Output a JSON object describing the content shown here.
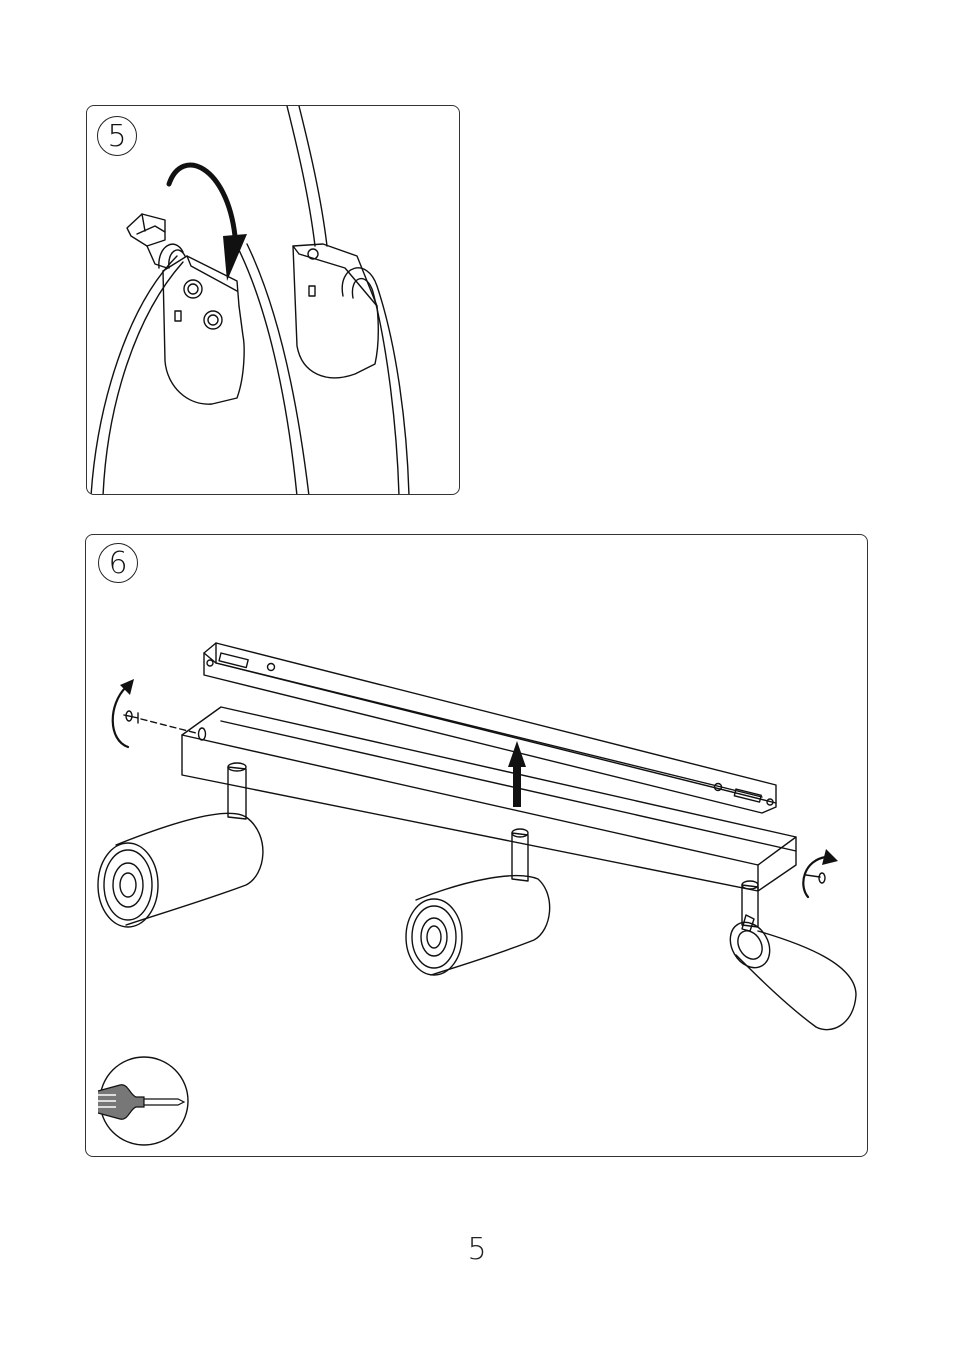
{
  "steps": [
    {
      "number": "5",
      "icons": [
        "cable-connector-icon",
        "rotate-arrow-icon"
      ]
    },
    {
      "number": "6",
      "icons": [
        "light-bar-icon",
        "screw-rotate-icon",
        "screwdriver-icon",
        "up-arrow-icon"
      ]
    }
  ],
  "page_number": "5",
  "colors": {
    "line": "#111111",
    "background": "#ffffff"
  }
}
